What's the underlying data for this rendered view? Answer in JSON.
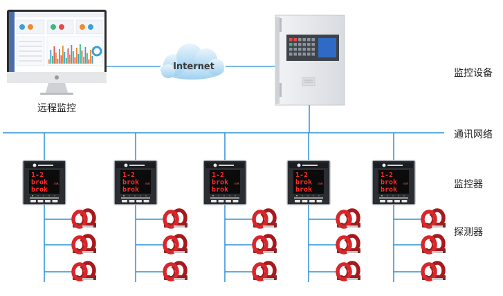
{
  "labels": {
    "remote_monitoring": "远程监控",
    "internet": "Internet",
    "monitoring_equipment": "监控设备",
    "communication_network": "通讯网络",
    "monitor": "监控器",
    "detector": "探测器"
  },
  "monitor_display": {
    "line1": "1-2",
    "line2": "brok",
    "line3": "brok",
    "unit": "mA"
  },
  "colors": {
    "bus_line": "#2a8fd8",
    "sensor_red": "#d8262a",
    "screen_bg": "#0b0b0b",
    "digit_red": "#ff2a2a",
    "cabinet": "#e7e9ec"
  }
}
